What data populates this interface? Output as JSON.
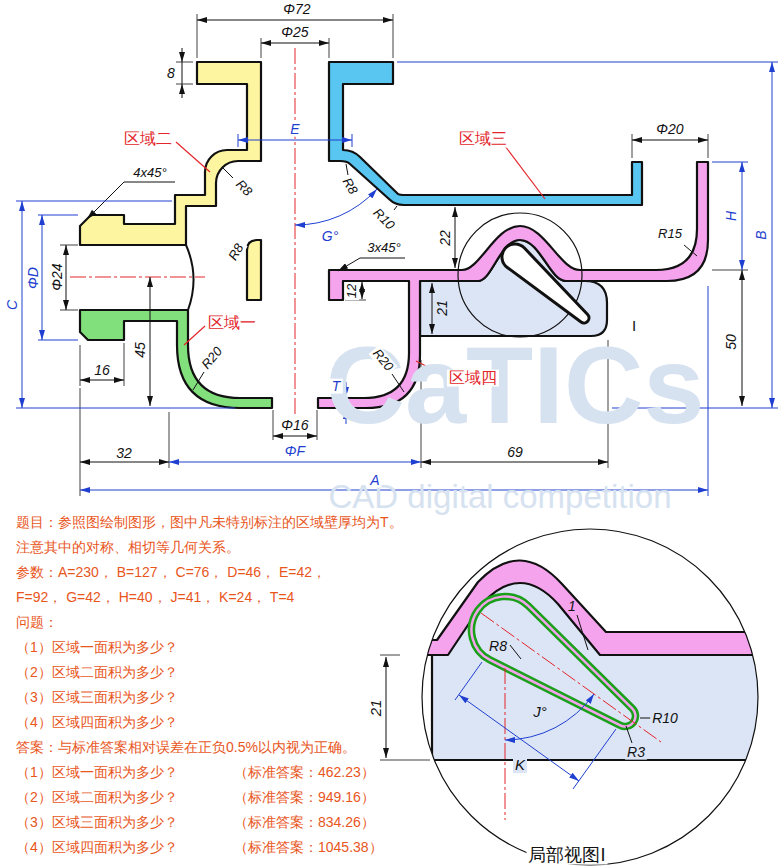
{
  "diagram": {
    "labels": [
      "Φ72",
      "Φ25",
      "8",
      "E",
      "区域二",
      "区域三",
      "Φ20",
      "4x45°",
      "R8",
      "R8",
      "G°",
      "R10",
      "22",
      "H",
      "B",
      "C",
      "ΦD",
      "Φ24",
      "R8",
      "3x45°",
      "12",
      "21",
      "R15",
      "I",
      "50",
      "区域一",
      "45",
      "16",
      "R20",
      "R20",
      "区域四",
      "T",
      "Φ16",
      "ΦF",
      "32",
      "69",
      "A",
      "CaTICs",
      "CAD digital competition",
      "题目：参照图绘制图形，图中凡未特别标注的区域壁厚均为T。",
      "注意其中的对称、相切等几何关系。",
      "参数：A=230， B=127， C=76， D=46， E=42，",
      "F=92， G=42， H=40， J=41， K=24， T=4",
      "问题：",
      "（1）区域一面积为多少？",
      "（2）区域二面积为多少？",
      "（3）区域三面积为多少？",
      "（4）区域四面积为多少？",
      "答案：与标准答案相对误差在正负0.5%以内视为正确。",
      "（1）区域一面积为多少？",
      "（标准答案：462.23）",
      "（2）区域二面积为多少？",
      "（标准答案：949.16）",
      "（3）区域三面积为多少？",
      "（标准答案：834.26）",
      "（4）区域四面积为多少？",
      "（标准答案：1045.38）",
      "R8",
      "1",
      "21",
      "J°",
      "K",
      "R10",
      "R3",
      "局部视图I"
    ]
  }
}
